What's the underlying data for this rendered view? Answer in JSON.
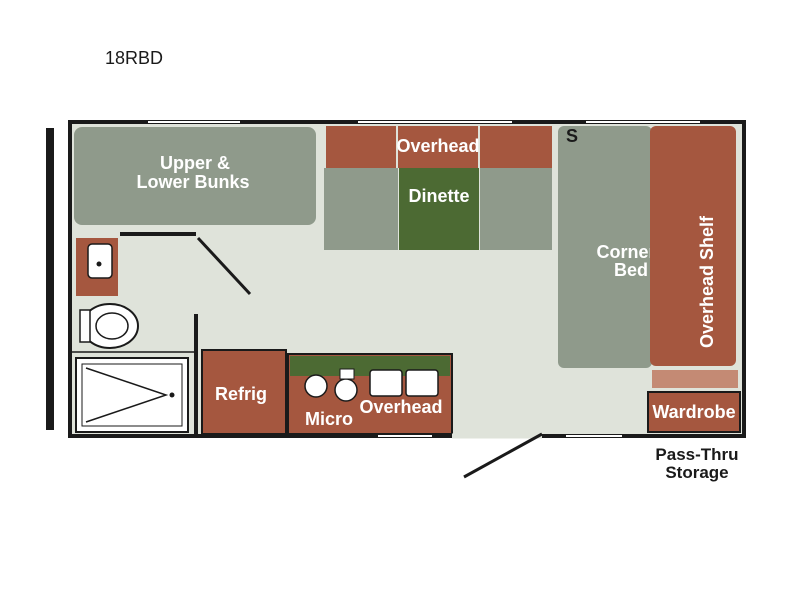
{
  "model": "18RBD",
  "labels": {
    "bunks_line1": "Upper &",
    "bunks_line2": "Lower Bunks",
    "overhead_dinette": "Overhead",
    "dinette": "Dinette",
    "corner_bed_line1": "Corner",
    "corner_bed_line2": "Bed",
    "overhead_shelf": "Overhead Shelf",
    "refrig": "Refrig",
    "micro": "Micro",
    "overhead_kitchen": "Overhead",
    "wardrobe": "Wardrobe",
    "pass_thru_line1": "Pass-Thru",
    "pass_thru_line2": "Storage"
  },
  "colors": {
    "gray_furniture": "#8f9a8b",
    "brown_cabinet": "#a5573f",
    "dark_green": "#4c6a33",
    "floor": "#dfe3da",
    "wall": "#1a1a1a"
  }
}
